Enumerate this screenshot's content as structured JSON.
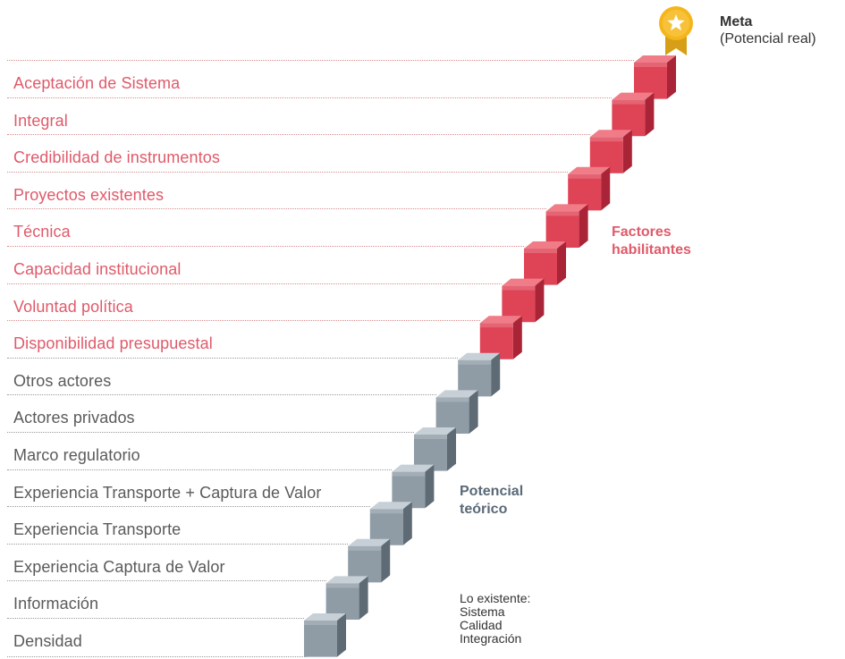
{
  "goal": {
    "title": "Meta",
    "subtitle": "(Potencial real)"
  },
  "enablers_label": [
    "Factores",
    "habilitantes"
  ],
  "potential_label": [
    "Potencial",
    "teórico"
  ],
  "existing": {
    "heading": "Lo existente:",
    "items": [
      "Sistema",
      "Calidad",
      "Integración"
    ]
  },
  "steps": [
    {
      "label": "Aceptación de Sistema",
      "group": "enabler"
    },
    {
      "label": "Integral",
      "group": "enabler"
    },
    {
      "label": "Credibilidad de instrumentos",
      "group": "enabler"
    },
    {
      "label": "Proyectos existentes",
      "group": "enabler"
    },
    {
      "label": "Técnica",
      "group": "enabler"
    },
    {
      "label": "Capacidad institucional",
      "group": "enabler"
    },
    {
      "label": "Voluntad política",
      "group": "enabler"
    },
    {
      "label": "Disponibilidad presupuestal",
      "group": "enabler"
    },
    {
      "label": "Otros actores",
      "group": "base"
    },
    {
      "label": "Actores privados",
      "group": "base"
    },
    {
      "label": "Marco regulatorio",
      "group": "base"
    },
    {
      "label": "Experiencia Transporte + Captura de Valor",
      "group": "base"
    },
    {
      "label": "Experiencia Transporte",
      "group": "base"
    },
    {
      "label": "Experiencia Captura de Valor",
      "group": "base"
    },
    {
      "label": "Información",
      "group": "base"
    },
    {
      "label": "Densidad",
      "group": "base"
    }
  ],
  "colors": {
    "enabler_text": "#e05a6a",
    "base_text": "#5a5a5a",
    "enabler_front": "#df4356",
    "enabler_top": "#f07c88",
    "enabler_side": "#a82436",
    "base_front": "#8f9ca6",
    "base_top": "#c7d0d6",
    "base_side": "#5e6a74",
    "medal": "#f5b51b"
  }
}
